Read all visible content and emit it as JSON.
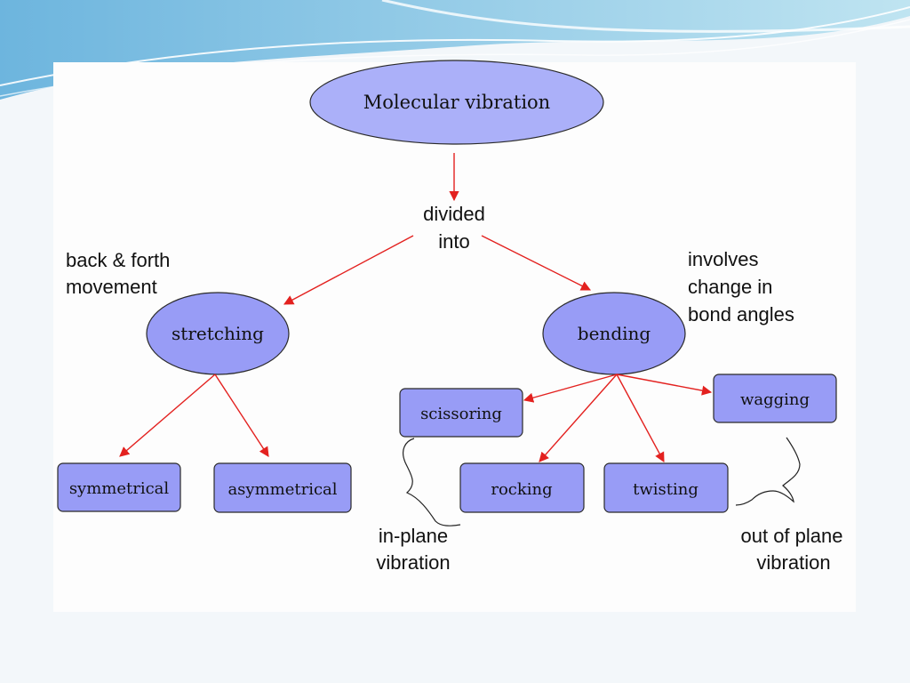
{
  "diagram": {
    "root": "Molecular vibration",
    "connector": [
      "divided",
      "into"
    ],
    "branches": [
      {
        "label": "stretching",
        "note": [
          "back & forth",
          "movement"
        ],
        "children": [
          "symmetrical",
          "asymmetrical"
        ]
      },
      {
        "label": "bending",
        "note": [
          "involves",
          "change in",
          "bond angles"
        ],
        "children": [
          "scissoring",
          "wagging",
          "rocking",
          "twisting"
        ]
      }
    ],
    "groups": {
      "in_plane": [
        "in-plane",
        "vibration"
      ],
      "out_of_plane": [
        "out of plane",
        "vibration"
      ]
    }
  },
  "colors": {
    "background": "#f3f7fa",
    "panel": "#fdfdfd",
    "root_fill": "#abb0f9",
    "node_fill": "#989cf6",
    "arrow": "#e3211f",
    "wave_dark": "#6db5de",
    "wave_light": "#bfe4f1"
  }
}
